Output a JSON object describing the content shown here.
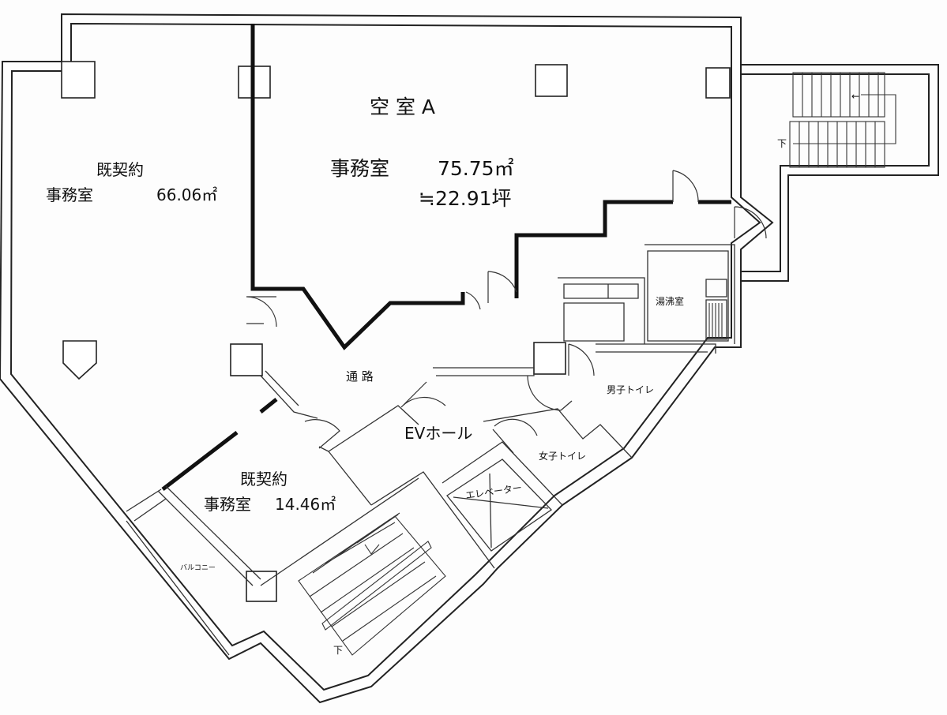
{
  "rooms": {
    "vacant_a": {
      "title": "空 室 A",
      "use": "事務室",
      "area": "75.75㎡",
      "tsubo": "≒22.91坪"
    },
    "contracted_west": {
      "status": "既契約",
      "use": "事務室",
      "area": "66.06㎡"
    },
    "contracted_south": {
      "status": "既契約",
      "use": "事務室",
      "area": "14.46㎡"
    },
    "corridor": {
      "label": "通 路"
    },
    "ev_hall": {
      "label": "EVホール"
    },
    "kitchenette": {
      "label": "湯沸室"
    },
    "mens_toilet": {
      "label": "男子トイレ"
    },
    "womens_toilet": {
      "label": "女子トイレ"
    },
    "elevator": {
      "label": "エレベーター"
    },
    "balcony": {
      "label": "バルコニー"
    }
  },
  "stairs": {
    "east_down": "下",
    "south_down": "下",
    "direction_arrow": "←"
  }
}
